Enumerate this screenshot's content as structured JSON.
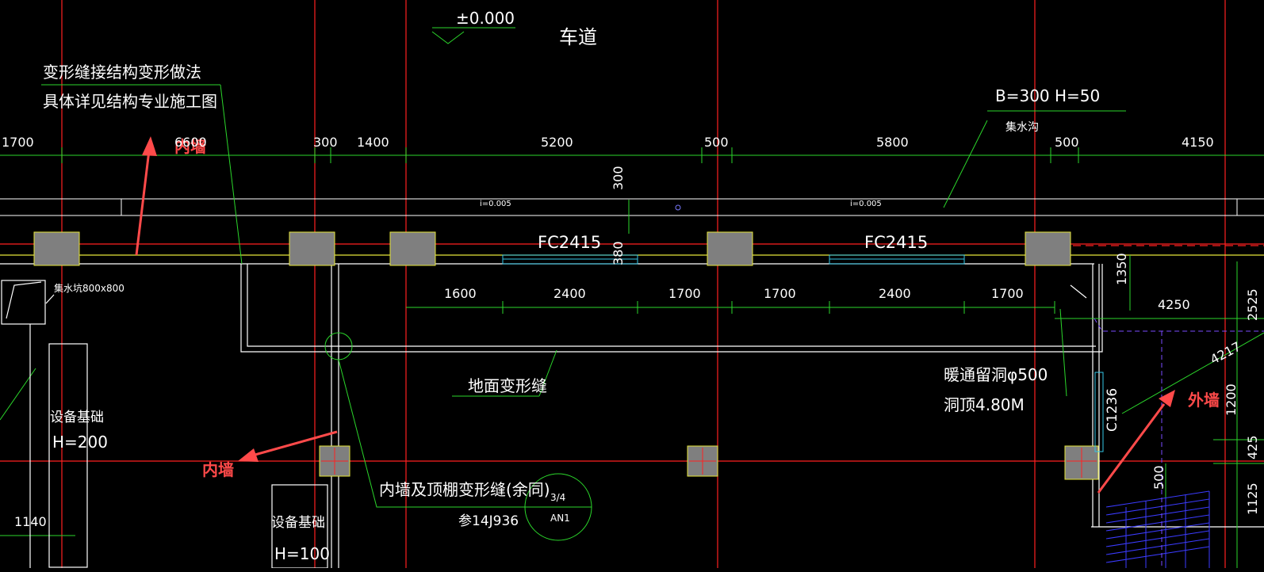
{
  "colors": {
    "background": "#000000",
    "axis": "#ff2020",
    "dimension": "#2bd62b",
    "wall": "#ffffff",
    "column": "#7f7f7f",
    "column_edge": "#e6e63a",
    "window": "#35c6e6",
    "annotation": "#ff5a5a",
    "hatch": "#3b3bff",
    "dashed": "#7a4cff"
  },
  "labels": {
    "elevation": "±0.000",
    "lane": "车道",
    "joint_note_1": "变形缝接结构变形做法",
    "joint_note_2": "具体详见结构专业施工图",
    "trench_size": "B=300  H=50",
    "trench": "集水沟",
    "slope": "i=0.005",
    "window_1": "FC2415",
    "window_2": "FC2415",
    "well": "集水坑800x800",
    "floor_joint": "地面变形缝",
    "hvac_hole": "暖通留洞φ500",
    "hole_top": "洞顶4.80M",
    "equip_base_1": "设备基础",
    "h_200": "H=200",
    "equip_base_2": "设备基础",
    "h_100": "H=100",
    "ceiling_joint": "内墙及顶棚变形缝(余同)",
    "ref": "参14J936",
    "detail_num": "3/4",
    "detail_sheet": "AN1",
    "window_c": "C1236"
  },
  "annotations": {
    "inner_wall_top": "内墙",
    "inner_wall_left": "内墙",
    "outer_wall": "外墙"
  },
  "dims": {
    "top": [
      "1700",
      "6600",
      "300",
      "1400",
      "5200",
      "500",
      "5800",
      "500",
      "4150"
    ],
    "mid": [
      "1600",
      "2400",
      "1700",
      "1700",
      "2400",
      "1700"
    ],
    "v300": "300",
    "v380": "380",
    "r1350": "1350",
    "r4250": "4250",
    "r2525": "2525",
    "r4217": "4217",
    "r1200": "1200",
    "r425": "425",
    "r1125": "1125",
    "r500": "500",
    "l1140": "1140"
  }
}
